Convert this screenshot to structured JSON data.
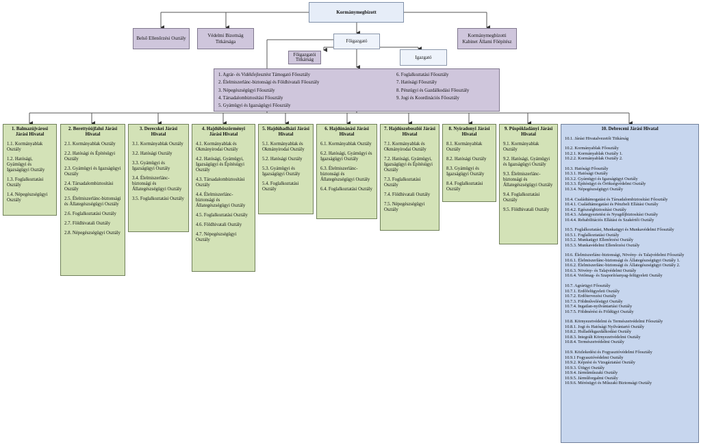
{
  "top": {
    "kormanymegbizott": "Kormánymegbízott"
  },
  "side_left": [
    "Belső Ellenőrzési Osztály",
    "Védelmi Bizottság Titkársága"
  ],
  "side_right": "Kormánymegbízotti Kabinet Állami Főépítész",
  "foigazgato": "Főigazgató",
  "foigazgatoi_titkarsag": "Főigazgatói Titkárság",
  "igazgato": "Igazgató",
  "fooszt_col1": [
    "1. Agrár- és Vidékfejlesztést Támogató Főosztály",
    "2. Élelmiszerlánc-biztonsági és Földhivatali Főosztály",
    "3. Népegészségügyi Főosztály",
    "4. Társadalombiztosítási Főosztály",
    "5. Gyámügyi és Igazságügyi Főosztály"
  ],
  "fooszt_col2": [
    "6. Foglalkoztatási Főosztály",
    "7. Hatósági Főosztály",
    "8. Pénzügyi és Gazdálkodási Főosztály",
    "9. Jogi és Koordinációs Főosztály"
  ],
  "departments": [
    {
      "title": "1. Balmazújvárosi Járási Hivatal",
      "items": [
        "1.1. Kormányablak Osztály",
        "1.2. Hatósági, Gyámügyi és Igazságügyi Osztály",
        "1.3. Foglalkoztatási Osztály",
        "1.4. Népegészségügyi Osztály"
      ]
    },
    {
      "title": "2. Berettyóújfalui Járási Hivatal",
      "items": [
        "2.1. Kormányablak Osztály",
        "2.2. Hatósági és Építésügyi Osztály",
        "2.3. Gyámügyi és Igazságügyi Osztály",
        "2.4. Társadalombiztosítási Osztály",
        "2.5. Élelmiszerlánc-biztonsági és Állategészségügyi Osztály",
        "2.6. Foglalkoztatási Osztály",
        "2.7. Földhivatali Osztály",
        "2.8. Népegészségügyi Osztály"
      ]
    },
    {
      "title": "3. Derecskei Járási Hivatal",
      "items": [
        "3.1. Kormányablak Osztály",
        "3.2. Hatósági Osztály",
        "3.3. Gyámügyi és Igazságügyi Osztály",
        "3.4. Élelmiszerlánc-biztonsági és Állategészségügyi Osztály",
        "3.5. Foglalkoztatási Osztály"
      ]
    },
    {
      "title": "4. Hajdúböszörményi Járási Hivatal",
      "items": [
        "4.1. Kormányablak és Okmányirodai Osztály",
        "4.2. Hatósági, Gyámügyi, Igazságügyi és Építésügyi Osztály",
        "4.3. Társadalombiztosítási Osztály",
        "4.4. Élelmiszerlánc-biztonsági és Állategészségügyi Osztály",
        "4.5. Foglalkoztatási Osztály",
        "4.6. Földhivatali Osztály",
        "4.7. Népegészségügyi Osztály"
      ]
    },
    {
      "title": "5. Hajdúhadházi Járási Hivatal",
      "items": [
        "5.1. Kormányablak és Okmányirodai Osztály",
        "5.2. Hatósági Osztály",
        "5.3. Gyámügyi és Igazságügyi Osztály",
        "5.4. Foglalkoztatási Osztály"
      ]
    },
    {
      "title": "6. Hajdúnánási Járási Hivatal",
      "items": [
        "6.1. Kormányablak Osztály",
        "6.2. Hatósági, Gyámügyi és Igazságügyi Osztály",
        "6.3. Élelmiszerlánc-biztonsági és Állategészségügyi Osztály",
        "6.4. Foglalkoztatási Osztály"
      ]
    },
    {
      "title": "7. Hajdúszoboszlói Járási Hivatal",
      "items": [
        "7.1. Kormányablak és Okmányirodai Osztály",
        "7.2. Hatósági, Gyámügyi, Igazságügyi és Építésügyi Osztály",
        "7.3. Foglalkoztatási Osztály",
        "7.4. Földhivatali Osztály",
        "7.5. Népegészségügyi Osztály"
      ]
    },
    {
      "title": "8. Nyíradonyi Járási Hivatal",
      "items": [
        "8.1. Kormányablak Osztály",
        "8.2. Hatósági Osztály",
        "8.3. Gyámügyi és Igazságügyi Osztály",
        "8.4. Foglalkoztatási Osztály"
      ]
    },
    {
      "title": "9. Püspökladányi Járási Hivatal",
      "items": [
        "9.1. Kormányablak Osztály",
        "9.2. Hatósági, Gyámügyi és Igazságügyi Osztály",
        "9.3. Élelmiszerlánc-biztonsági és Állategészségügyi Osztály",
        "9.4. Foglalkoztatási Osztály",
        "9.5. Földhivatali Osztály"
      ]
    }
  ],
  "debrecen": {
    "title": "10. Debreceni Járási Hivatal",
    "sections": [
      [
        "10.1. Járási Hivatalvezetői Titkárság"
      ],
      [
        "10.2. Kormányablak Főosztály",
        "10.2.1. Kormányablak Osztály 1.",
        "10.2.2. Kormányablak Osztály 2."
      ],
      [
        "10.3. Hatósági Főosztály",
        "10.3.1. Hatósági Osztály",
        "10.3.2. Gyámügyi és Igazságügyi Osztály",
        "10.3.3. Építésügyi és Örökségvédelmi Osztály",
        "10.3.4. Népegészségügyi Osztály"
      ],
      [
        "10.4. Családtámogatási és Társadalombiztosítási Főosztály",
        "10.4.1. Családtámogatási és Pénzbeli Ellátási Osztály",
        "10.4.2. Egészségbiztosítási Osztály",
        "10.4.3. Adategyeztetési és Nyugdíjbiztosítási Osztály",
        "10.4.4. Rehabilitációs Ellátási és Szakértői Osztály"
      ],
      [
        "10.5. Foglalkoztatási, Munkaügyi és Munkavédelmi Főosztály",
        "10.5.1. Foglalkoztatási Osztály",
        "10.5.2. Munkaügyi Ellenőrzési Osztály",
        "10.5.3. Munkavédelmi Ellenőrzési Osztály"
      ],
      [
        "10.6. Élelmiszerlánc-biztonsági, Növény- és Talajvédelmi Főosztály",
        "10.6.1. Élelmiszerlánc-biztonsági és Állategészségügyi Osztály 1.",
        "10.6.2. Élelmiszerlánc-biztonsági és Állategészségügyi Osztály 2.",
        "10.6.3. Növény- és Talajvédelmi Osztály",
        "10.6.4. Vetőmag- és Szaporítóanyag-felügyeleti Osztály"
      ],
      [
        "10.7. Agrárügyi Főosztály",
        "10.7.1. Erdőfelügyeleti Osztály",
        "10.7.2. Erdőtervezési Osztály",
        "10.7.3. Földművelésügyi Osztály",
        "10.7.4. Ingatlan-nyilvántartási Osztály",
        "10.7.5. Földmérési és Földügyi Osztály"
      ],
      [
        "10.8. Környezetvédelmi és Természetvédelmi Főosztály",
        "10.8.1. Jogi és Hatósági Nyilvántartó Osztály",
        "10.8.2. Hulladékgazdálkodási Osztály",
        "10.8.3. Integrált Környezetvédelmi Osztály",
        "10.8.4. Természetvédelmi Osztály"
      ],
      [
        "10.9. Közlekedési és Fogyasztóvédelmi Főosztály",
        "10.9.1 Fogyasztóvédelmi Osztály",
        "10.9.2. Képzési és Vizsgáztatási Osztály",
        "10.9.3. Útügyi Osztály",
        "10.9.4. Járműműszaki Osztály",
        "10.9.5. Járműforgalmi Osztály",
        "10.9.6. Mérésügyi és Műszaki Biztonsági Osztály"
      ]
    ]
  }
}
